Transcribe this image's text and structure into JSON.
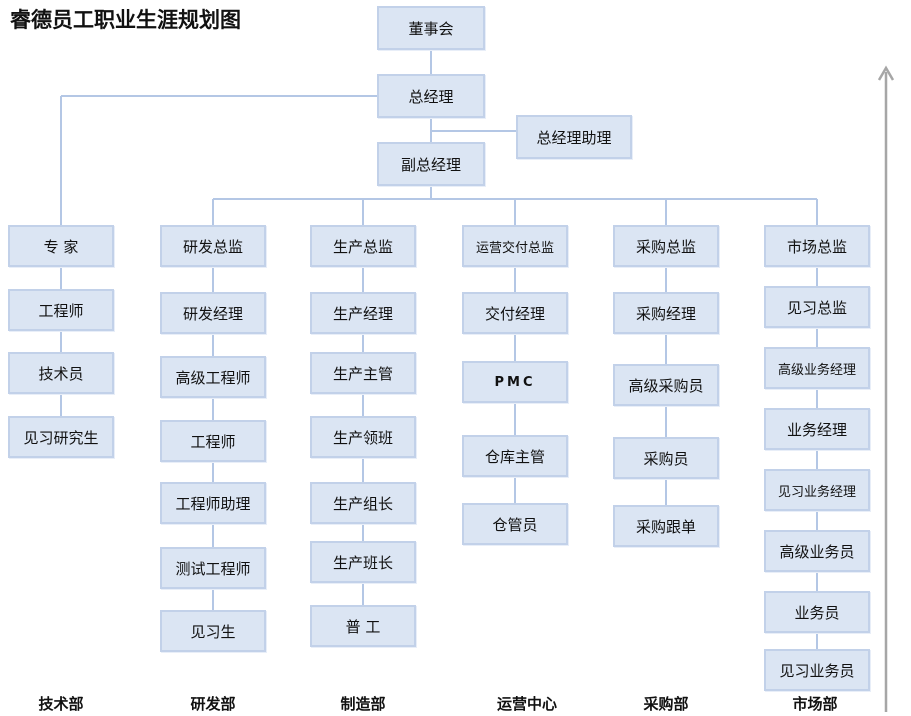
{
  "title": "睿德员工职业生涯规划图",
  "top": {
    "board": "董事会",
    "gm": "总经理",
    "assistant": "总经理助理",
    "deputy": "副总经理"
  },
  "columns": [
    {
      "dept": "技术部",
      "roles": [
        "专 家",
        "工程师",
        "技术员",
        "见习研究生"
      ]
    },
    {
      "dept": "研发部",
      "roles": [
        "研发总监",
        "研发经理",
        "高级工程师",
        "工程师",
        "工程师助理",
        "测试工程师",
        "见习生"
      ]
    },
    {
      "dept": "制造部",
      "roles": [
        "生产总监",
        "生产经理",
        "生产主管",
        "生产领班",
        "生产组长",
        "生产班长",
        "普 工"
      ]
    },
    {
      "dept": "运营中心",
      "roles": [
        "运营交付总监",
        "交付经理",
        "PMC",
        "仓库主管",
        "仓管员"
      ]
    },
    {
      "dept": "采购部",
      "roles": [
        "采购总监",
        "采购经理",
        "高级采购员",
        "采购员",
        "采购跟单"
      ]
    },
    {
      "dept": "市场部",
      "roles": [
        "市场总监",
        "见习总监",
        "高级业务经理",
        "业务经理",
        "见习业务经理",
        "高级业务员",
        "业务员",
        "见习业务员"
      ]
    }
  ],
  "colors": {
    "box_fill": "#dbe5f3",
    "box_border": "#c2d1e9",
    "connector": "#b4c7e5",
    "arrow": "#a6a6a6"
  }
}
